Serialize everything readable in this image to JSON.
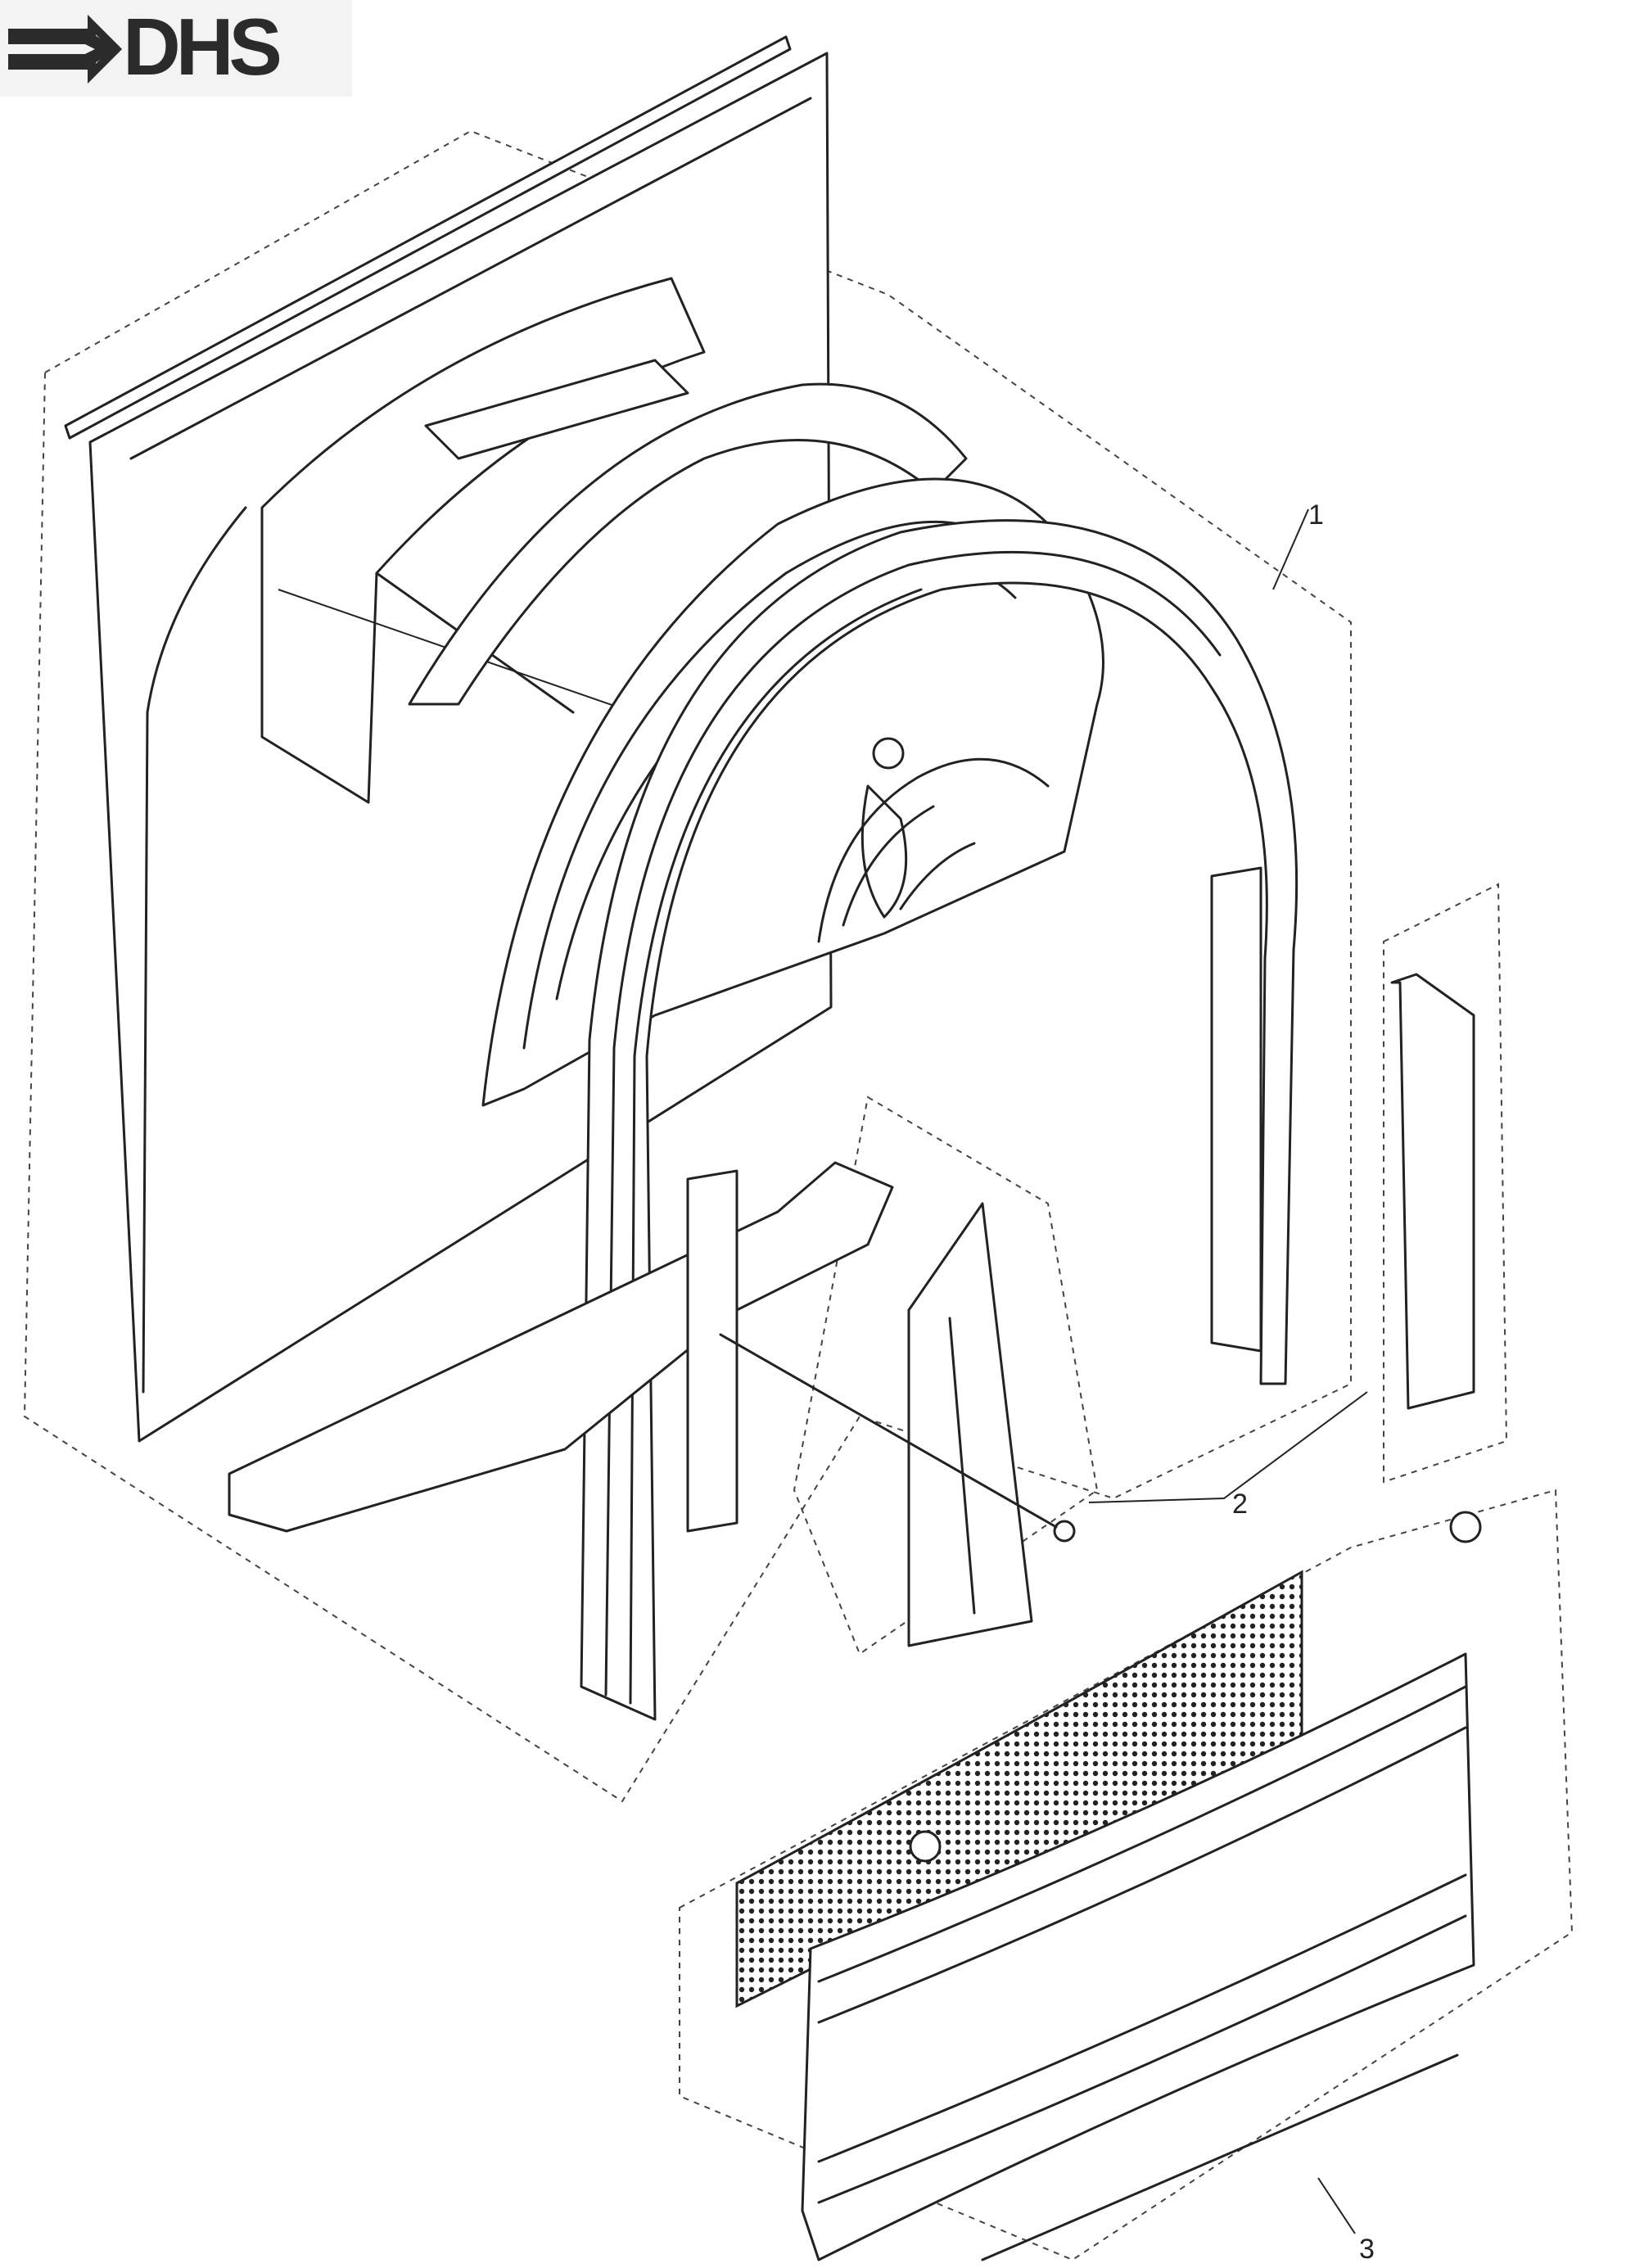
{
  "logo": {
    "brand": "DHS",
    "icon": "arrow-right-icon"
  },
  "callouts": [
    {
      "label": "1"
    },
    {
      "label": "2"
    },
    {
      "label": "3"
    }
  ],
  "colors": {
    "line": "#222222",
    "logo_background": "#f3f3f3"
  }
}
